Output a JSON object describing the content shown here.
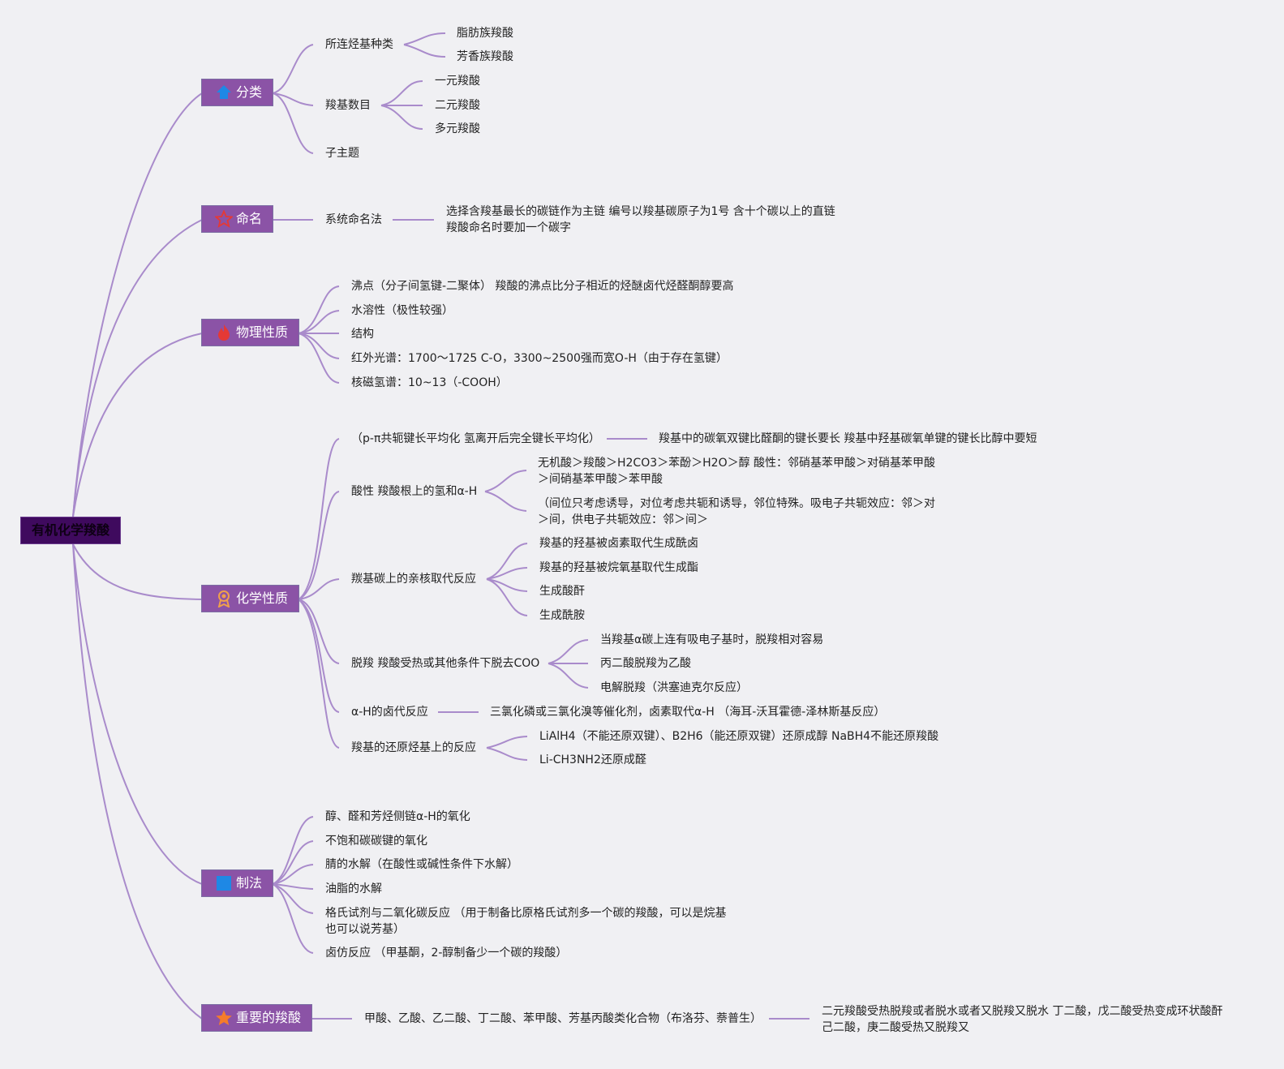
{
  "root": "有机化学羧酸",
  "colors": {
    "background": "#f0f0f3",
    "link": "#a98bcb",
    "root_fill": "#3f0a5e",
    "topic_fill": "#8b53a6",
    "topic_text": "#ffffff"
  },
  "topics": {
    "classification": {
      "label": "分类",
      "icon": "home-icon",
      "b1": "所连烃基种类",
      "b1a": "脂肪族羧酸",
      "b1b": "芳香族羧酸",
      "b2": "羧基数目",
      "b2a": "一元羧酸",
      "b2b": "二元羧酸",
      "b2c": "多元羧酸",
      "b3": "子主题"
    },
    "naming": {
      "label": "命名",
      "icon": "star-outline-icon",
      "b1": "系统命名法",
      "b1a": "选择含羧基最长的碳链作为主链 编号以羧基碳原子为1号 含十个碳以上的直链羧酸命名时要加一个碳字"
    },
    "physical": {
      "label": "物理性质",
      "icon": "flame-icon",
      "items": [
        "沸点（分子间氢键-二聚体） 羧酸的沸点比分子相近的烃醚卤代烃醛酮醇要高",
        "水溶性（极性较强）",
        "结构",
        "红外光谱：1700～1725 C-O，3300~2500强而宽O-H（由于存在氢键）",
        "核磁氢谱：10~13（-COOH）"
      ]
    },
    "chemical": {
      "label": "化学性质",
      "icon": "award-icon",
      "b1": "（p-π共轭键长平均化 氢离开后完全键长平均化）",
      "b1a": "羧基中的碳氧双键比醛酮的键长要长 羧基中羟基碳氧单键的键长比醇中要短",
      "b2": "酸性 羧酸根上的氢和α-H",
      "b2a": "无机酸＞羧酸＞H2CO3＞苯酚＞H2O＞醇 酸性：邻硝基苯甲酸＞对硝基苯甲酸＞间硝基苯甲酸＞苯甲酸",
      "b2b": "（间位只考虑诱导，对位考虑共轭和诱导，邻位特殊。吸电子共轭效应：邻＞对＞间，供电子共轭效应：邻＞间＞",
      "b3": "羰基碳上的亲核取代反应",
      "b3a": "羧基的羟基被卤素取代生成酰卤",
      "b3b": "羧基的羟基被烷氧基取代生成酯",
      "b3c": "生成酸酐",
      "b3d": "生成酰胺",
      "b4": "脱羧 羧酸受热或其他条件下脱去COO",
      "b4a": "当羧基α碳上连有吸电子基时，脱羧相对容易",
      "b4b": "丙二酸脱羧为乙酸",
      "b4c": "电解脱羧（洪塞迪克尔反应）",
      "b5": "α-H的卤代反应",
      "b5a": "三氯化磷或三氯化溴等催化剂，卤素取代α-H （海耳-沃耳霍德-泽林斯基反应）",
      "b6": "羧基的还原烃基上的反应",
      "b6a": "LiAlH4（不能还原双键）、B2H6（能还原双键）还原成醇 NaBH4不能还原羧酸",
      "b6b": "Li-CH3NH2还原成醛"
    },
    "preparation": {
      "label": "制法",
      "icon": "square-icon",
      "items": [
        "醇、醛和芳烃侧链α-H的氧化",
        "不饱和碳碳键的氧化",
        "腈的水解（在酸性或碱性条件下水解）",
        "油脂的水解",
        "格氏试剂与二氧化碳反应 （用于制备比原格氏试剂多一个碳的羧酸，可以是烷基也可以说芳基）",
        "卤仿反应 （甲基酮，2-醇制备少一个碳的羧酸）"
      ]
    },
    "important": {
      "label": "重要的羧酸",
      "icon": "star-filled-icon",
      "b1": "甲酸、乙酸、乙二酸、丁二酸、苯甲酸、芳基丙酸类化合物（布洛芬、萘普生）",
      "b1a": "二元羧酸受热脱羧或者脱水或者又脱羧又脱水 丁二酸，戊二酸受热变成环状酸酐己二酸，庚二酸受热又脱羧又"
    }
  }
}
